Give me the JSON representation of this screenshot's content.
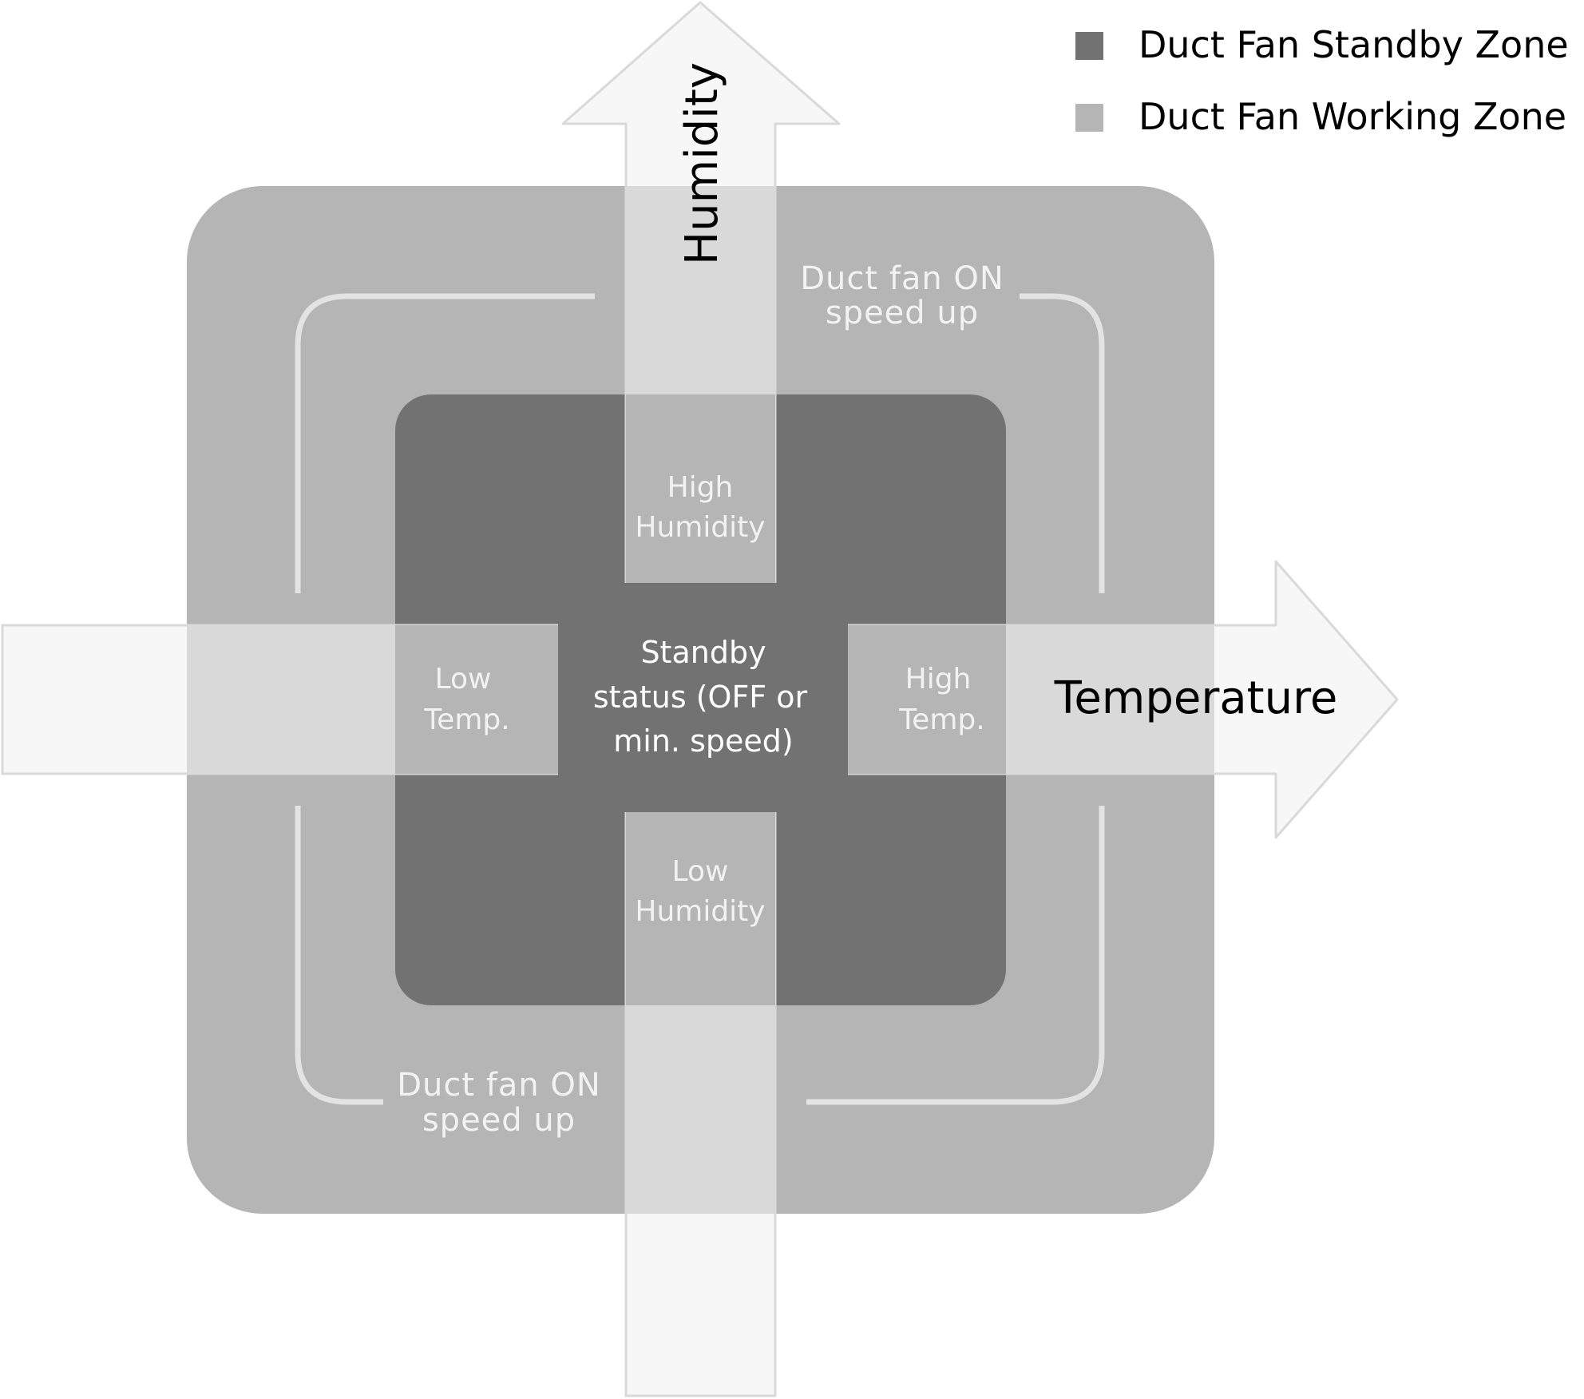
{
  "legend": {
    "standby": {
      "label": "Duct Fan Standby Zone",
      "color": "#727272"
    },
    "working": {
      "label": "Duct Fan Working Zone",
      "color": "#b4b5b4"
    }
  },
  "axes": {
    "humidity": "Humidity",
    "temperature": "Temperature"
  },
  "zones": {
    "top_right": [
      "Duct fan ON",
      "speed up"
    ],
    "bottom_left": [
      "Duct fan ON",
      "speed up"
    ],
    "high_humidity": [
      "High",
      "Humidity"
    ],
    "low_humidity": [
      "Low",
      "Humidity"
    ],
    "low_temp": [
      "Low",
      "Temp."
    ],
    "high_temp": [
      "High",
      "Temp."
    ],
    "standby": [
      "Standby",
      "status (OFF or",
      "min. speed)"
    ]
  },
  "colors": {
    "outer": "#b4b5b4",
    "inner": "#727272",
    "arrow": "#f2f2f2",
    "arrow_stroke": "#d9d9d9",
    "bracket": "#e6e6e6",
    "label_light": "#f0f0f0",
    "label_dark": "#000000"
  }
}
